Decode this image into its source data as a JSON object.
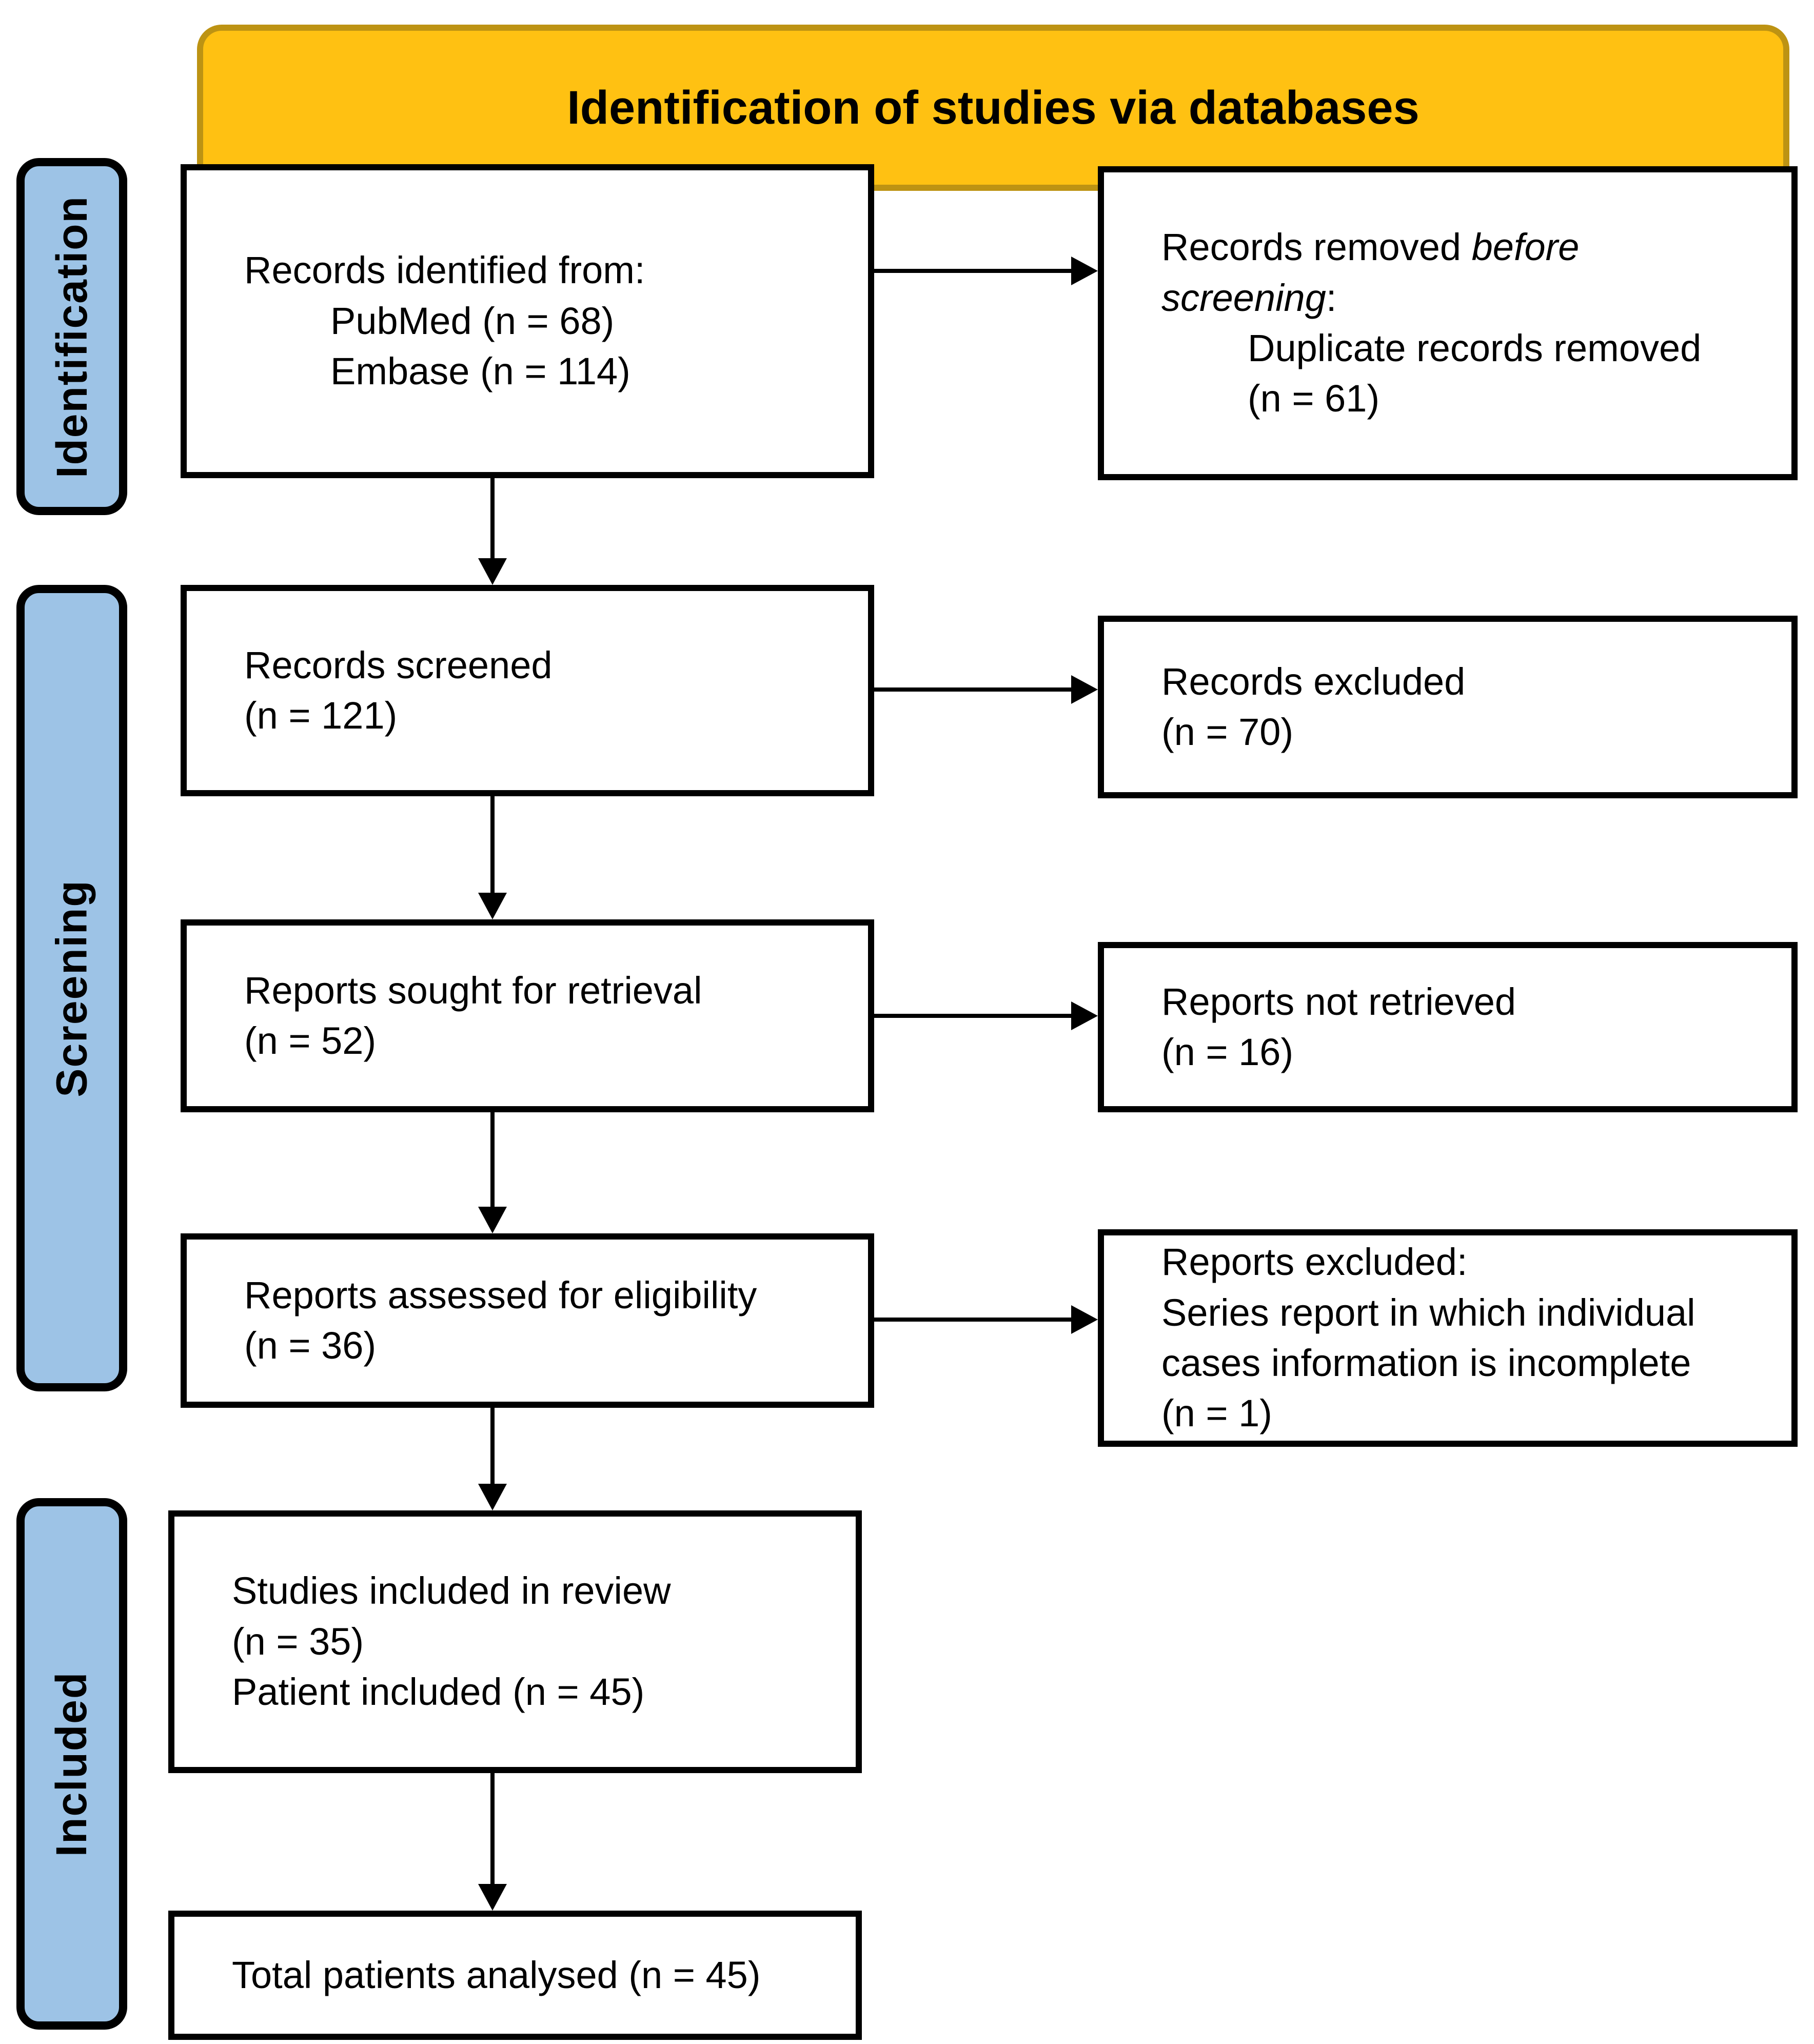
{
  "header": {
    "title": "Identification of studies via databases"
  },
  "sidebar": {
    "stages": [
      {
        "label": "Identification"
      },
      {
        "label": "Screening"
      },
      {
        "label": "Included"
      }
    ]
  },
  "boxes": {
    "records_identified": {
      "line1": "Records identified from:",
      "line2": "PubMed (n = 68)",
      "line3": "Embase (n = 114)"
    },
    "records_removed": {
      "line1_pre": "Records removed ",
      "line1_italic": "before",
      "line2_italic": "screening",
      "line2_post": ":",
      "line3": "Duplicate records removed",
      "line4": "(n = 61)"
    },
    "records_screened": {
      "line1": "Records screened",
      "line2": "(n = 121)"
    },
    "records_excluded": {
      "line1": "Records excluded",
      "line2": "(n = 70)"
    },
    "reports_sought": {
      "line1": "Reports sought for retrieval",
      "line2": "(n = 52)"
    },
    "reports_not_retrieved": {
      "line1": "Reports not retrieved",
      "line2": "(n = 16)"
    },
    "reports_assessed": {
      "line1": "Reports assessed for eligibility",
      "line2": "(n = 36)"
    },
    "reports_excluded": {
      "line1": "Reports excluded:",
      "line2": "Series report in which individual",
      "line3": "cases information is incomplete",
      "line4": "(n = 1)"
    },
    "studies_included": {
      "line1": "Studies included in review",
      "line2": "(n = 35)",
      "line3": "Patient included (n = 45)"
    },
    "total_analysed": {
      "line1": "Total patients analysed (n = 45)"
    }
  },
  "colors": {
    "banner_fill": "#FFC112",
    "banner_border": "#BD9313",
    "stage_fill": "#9DC3E6",
    "stage_border": "#000000",
    "box_border": "#000000",
    "arrow": "#000000"
  }
}
